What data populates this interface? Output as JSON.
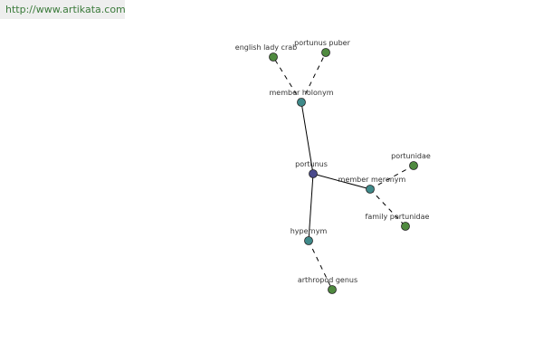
{
  "banner": {
    "url": "http://www.artikata.com"
  },
  "colors": {
    "background": "#ffffff",
    "banner_bg": "#eeeeee",
    "url_text": "#3a7a3a",
    "edge": "#000000",
    "root_node": "#4a4a8c",
    "relation_node": "#3f8a8a",
    "leaf_node": "#4f8a3f",
    "node_outline": "#222222",
    "label_text": "#333333"
  },
  "graph": {
    "nodes": [
      {
        "id": "portunus",
        "label": "portunus",
        "kind": "root"
      },
      {
        "id": "member-holonym",
        "label": "member holonym",
        "kind": "relation"
      },
      {
        "id": "member-meronym",
        "label": "member meronym",
        "kind": "relation"
      },
      {
        "id": "hypernym",
        "label": "hypernym",
        "kind": "relation"
      },
      {
        "id": "english-lady-crab",
        "label": "english lady crab",
        "kind": "leaf"
      },
      {
        "id": "portunus-puber",
        "label": "portunus puber",
        "kind": "leaf"
      },
      {
        "id": "portunidae",
        "label": "portunidae",
        "kind": "leaf"
      },
      {
        "id": "family-portunidae",
        "label": "family portunidae",
        "kind": "leaf"
      },
      {
        "id": "arthropod-genus",
        "label": "arthropod genus",
        "kind": "leaf"
      }
    ],
    "edges": [
      {
        "from": "portunus",
        "to": "member-holonym",
        "style": "solid"
      },
      {
        "from": "portunus",
        "to": "member-meronym",
        "style": "solid"
      },
      {
        "from": "portunus",
        "to": "hypernym",
        "style": "solid"
      },
      {
        "from": "member-holonym",
        "to": "english-lady-crab",
        "style": "dashed"
      },
      {
        "from": "member-holonym",
        "to": "portunus-puber",
        "style": "dashed"
      },
      {
        "from": "member-meronym",
        "to": "portunidae",
        "style": "dashed"
      },
      {
        "from": "member-meronym",
        "to": "family-portunidae",
        "style": "dashed"
      },
      {
        "from": "hypernym",
        "to": "arthropod-genus",
        "style": "dashed"
      }
    ]
  }
}
